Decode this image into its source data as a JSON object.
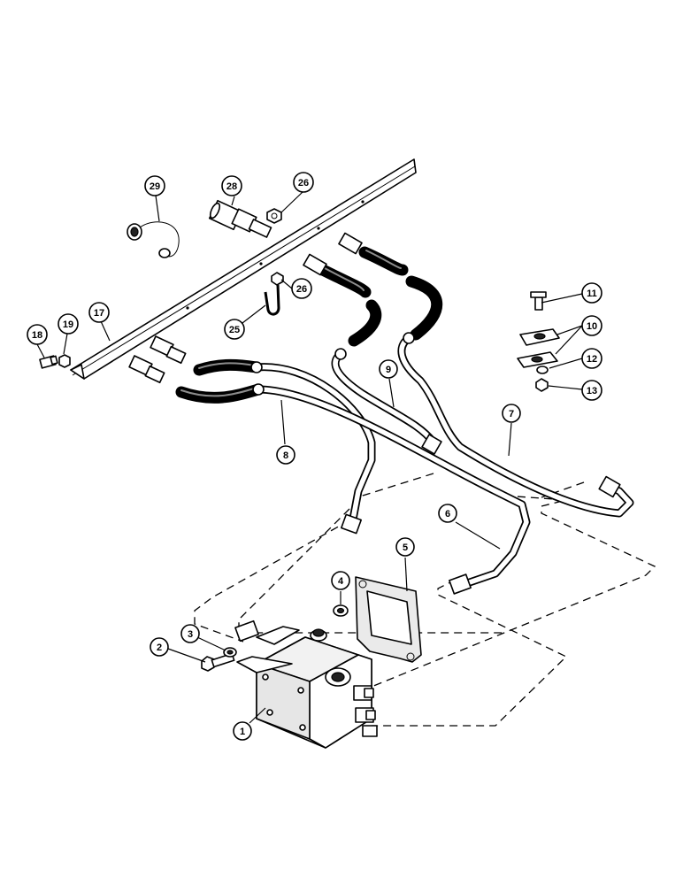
{
  "callouts": [
    {
      "id": "c1",
      "label": "1"
    },
    {
      "id": "c2",
      "label": "2"
    },
    {
      "id": "c3",
      "label": "3"
    },
    {
      "id": "c4",
      "label": "4"
    },
    {
      "id": "c5",
      "label": "5"
    },
    {
      "id": "c6",
      "label": "6"
    },
    {
      "id": "c7",
      "label": "7"
    },
    {
      "id": "c8",
      "label": "8"
    },
    {
      "id": "c9",
      "label": "9"
    },
    {
      "id": "c10",
      "label": "10"
    },
    {
      "id": "c11",
      "label": "11"
    },
    {
      "id": "c12",
      "label": "12"
    },
    {
      "id": "c13",
      "label": "13"
    },
    {
      "id": "c17",
      "label": "17"
    },
    {
      "id": "c18",
      "label": "18"
    },
    {
      "id": "c19",
      "label": "19"
    },
    {
      "id": "c25",
      "label": "25"
    },
    {
      "id": "c26a",
      "label": "26"
    },
    {
      "id": "c26b",
      "label": "26"
    },
    {
      "id": "c28",
      "label": "28"
    },
    {
      "id": "c29",
      "label": "29"
    }
  ]
}
